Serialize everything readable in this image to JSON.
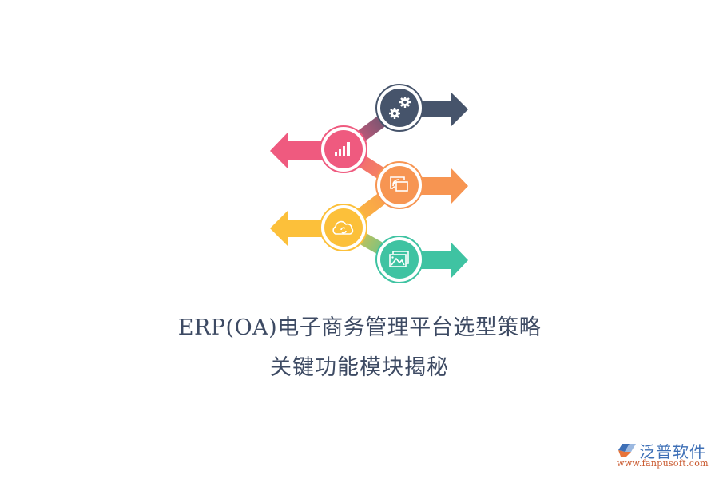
{
  "title": {
    "line1": "ERP(OA)电子商务管理平台选型策略",
    "line2": "关键功能模块揭秘"
  },
  "diagram": {
    "type": "zigzag-arrow-infographic",
    "steps": [
      {
        "icon": "gears-icon",
        "color": "#46546b",
        "direction": "right"
      },
      {
        "icon": "bar-chart-icon",
        "color": "#ef5a7f",
        "direction": "left"
      },
      {
        "icon": "screen-cast-icon",
        "color": "#f79552",
        "direction": "right"
      },
      {
        "icon": "cloud-sync-icon",
        "color": "#fcc03a",
        "direction": "left"
      },
      {
        "icon": "image-gallery-icon",
        "color": "#3fc3a2",
        "direction": "right"
      }
    ]
  },
  "logo": {
    "name": "泛普软件",
    "url": "www.fanpusoft.com"
  },
  "colors": {
    "title": "#3d4a63",
    "logo_blue": "#3d6fb6",
    "logo_orange": "#c9572c"
  }
}
